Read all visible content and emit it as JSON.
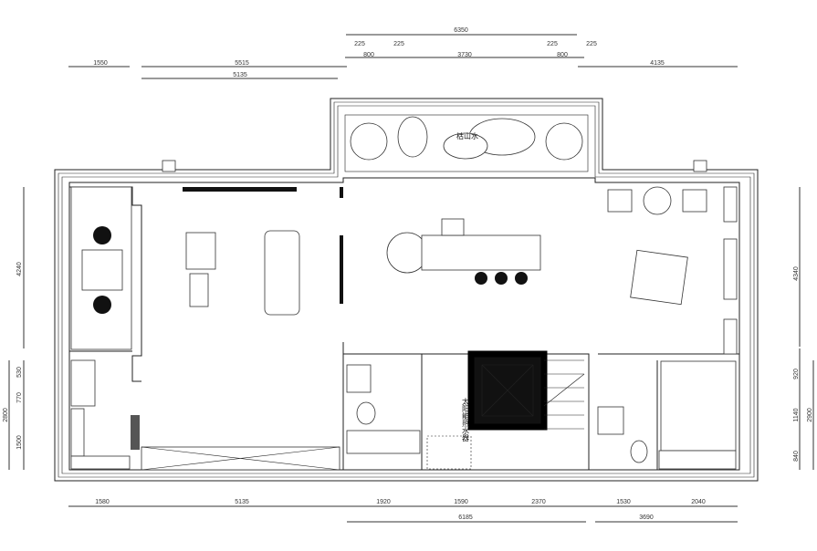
{
  "plan": {
    "labels": {
      "dry_garden": "枯山水",
      "water_heater": "太阳能热水器"
    },
    "dimensions": {
      "top": [
        "1550",
        "5515",
        "5135",
        "6350",
        "225",
        "225",
        "225",
        "225",
        "800",
        "3730",
        "800",
        "4135"
      ],
      "left": [
        "4240",
        "530",
        "770",
        "1500",
        "2800"
      ],
      "right": [
        "4340",
        "920",
        "1140",
        "840",
        "2900"
      ],
      "bottom": [
        "1580",
        "5135",
        "1920",
        "1590",
        "2370",
        "1530",
        "2040",
        "6185",
        "3690"
      ]
    }
  }
}
